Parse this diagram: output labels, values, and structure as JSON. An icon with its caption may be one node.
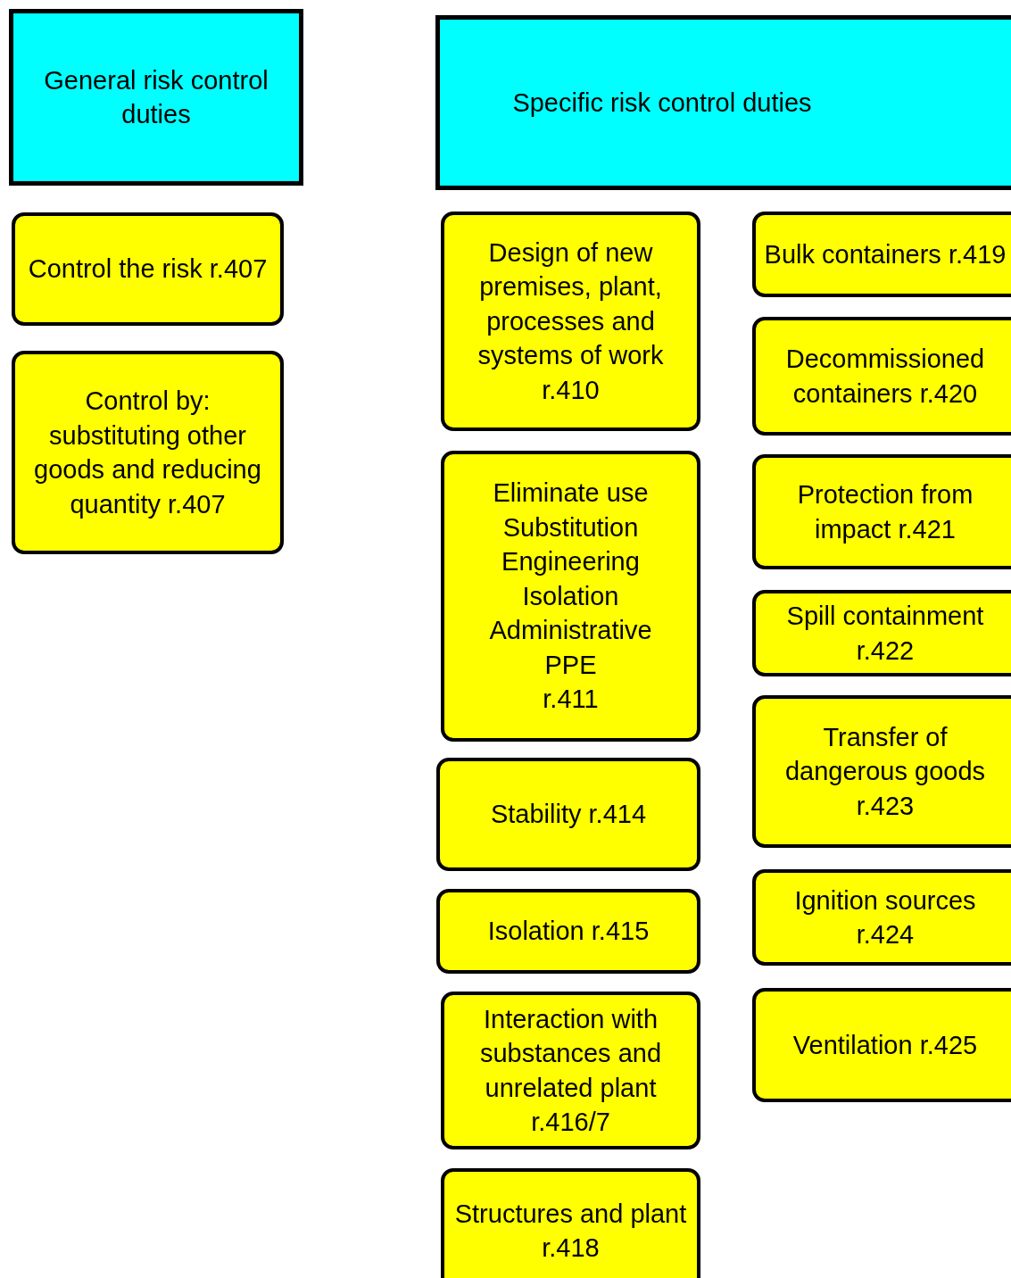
{
  "diagram": {
    "nodes": [
      {
        "text": [
          "General risk control duties"
        ]
      },
      {
        "text": [
          "Specific risk control duties"
        ]
      },
      {
        "text": [
          "Control the risk r.407"
        ]
      },
      {
        "text": [
          "Control by: substituting other goods and reducing quantity r.407"
        ]
      },
      {
        "text": [
          "Design of new premises, plant, processes and systems of work r.410"
        ]
      },
      {
        "text": [
          "Eliminate use",
          "Substitution",
          "Engineering",
          "Isolation",
          "Administrative",
          "PPE",
          "r.411"
        ]
      },
      {
        "text": [
          "Stability r.414"
        ]
      },
      {
        "text": [
          "Isolation r.415"
        ]
      },
      {
        "text": [
          "Interaction with substances and unrelated plant r.416/7"
        ]
      },
      {
        "text": [
          "Structures and plant r.418"
        ]
      },
      {
        "text": [
          "Bulk containers r.419"
        ]
      },
      {
        "text": [
          "Decommissioned containers r.420"
        ]
      },
      {
        "text": [
          "Protection from impact r.421"
        ]
      },
      {
        "text": [
          "Spill containment r.422"
        ]
      },
      {
        "text": [
          "Transfer of dangerous goods r.423"
        ]
      },
      {
        "text": [
          "Ignition sources r.424"
        ]
      },
      {
        "text": [
          "Ventilation r.425"
        ]
      }
    ]
  }
}
